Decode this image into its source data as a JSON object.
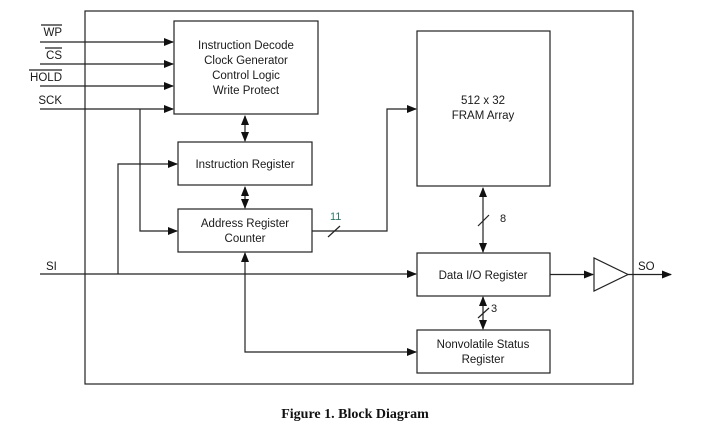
{
  "caption": "Figure 1.  Block Diagram",
  "pins": {
    "wp": "WP",
    "cs": "CS",
    "hold": "HOLD",
    "sck": "SCK",
    "si": "SI",
    "so": "SO"
  },
  "blocks": {
    "control": [
      "Instruction Decode",
      "Clock Generator",
      "Control Logic",
      "Write Protect"
    ],
    "instruction_register": [
      "Instruction Register"
    ],
    "address_register": [
      "Address Register",
      "Counter"
    ],
    "fram_array": [
      "512 x 32",
      "FRAM Array"
    ],
    "data_io_register": [
      "Data I/O Register"
    ],
    "status_register": [
      "Nonvolatile Status",
      "Register"
    ]
  },
  "bus_widths": {
    "address": "11",
    "data": "8",
    "status": "3"
  },
  "colors": {
    "line": "#222222",
    "bus_address_label": "#2f7a6a"
  }
}
